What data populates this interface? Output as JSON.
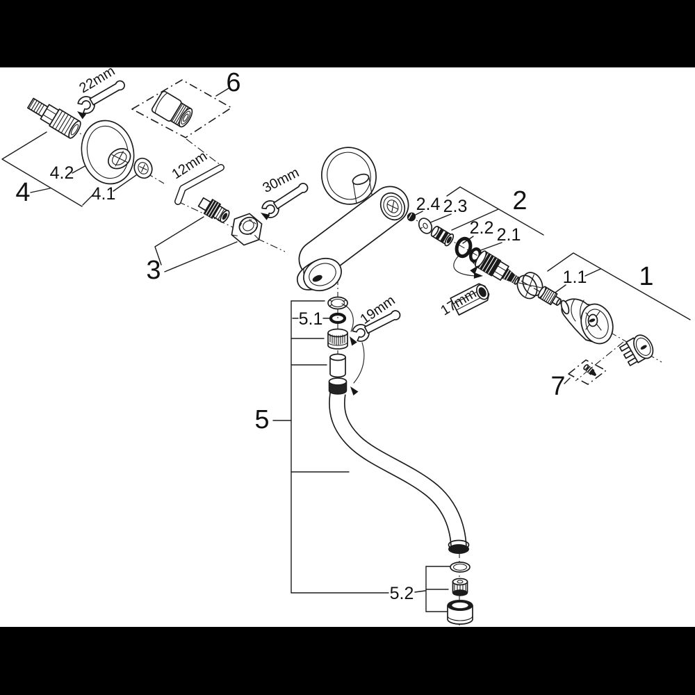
{
  "diagram": {
    "description": "Exploded parts diagram of a wall-mounted single-lever faucet with S-shaped spout",
    "colors": {
      "letterbox": "#000000",
      "canvas": "#ffffff",
      "line": "#1b1b1b"
    },
    "labels": {
      "g1": "1",
      "g2": "2",
      "g3": "3",
      "g4": "4",
      "g5": "5",
      "g6": "6",
      "g7": "7",
      "p11": "1.1",
      "p21": "2.1",
      "p22": "2.2",
      "p23": "2.3",
      "p24": "2.4",
      "p41": "4.1",
      "p42": "4.2",
      "p51": "5.1",
      "p52": "5.2"
    },
    "tools": {
      "wrench22": "22mm",
      "hexkey12": "12mm",
      "wrench30": "30mm",
      "socket17": "17mm",
      "wrench19": "19mm"
    }
  }
}
